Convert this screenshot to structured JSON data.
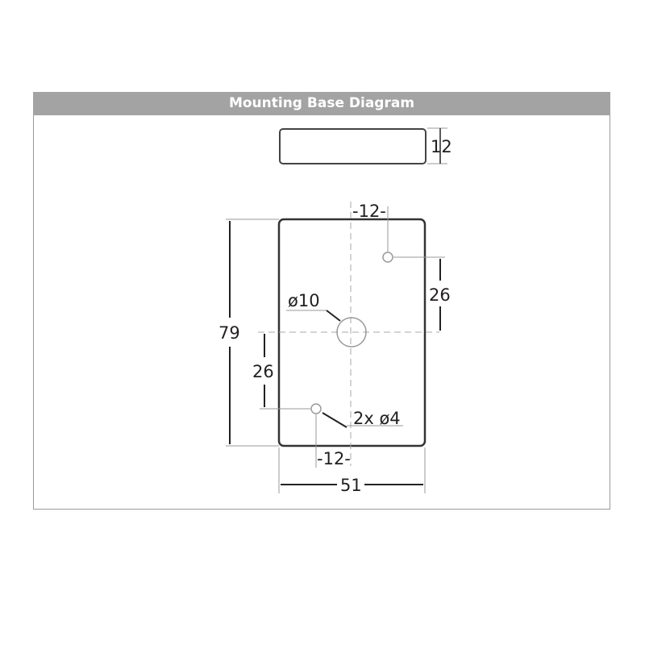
{
  "header": {
    "title": "Mounting Base Diagram"
  },
  "dimensions": {
    "height": "12",
    "top_offset": "-12-",
    "right_spacing": "26",
    "center_hole": "ø10",
    "overall_length": "79",
    "left_spacing": "26",
    "small_holes": "2x ø4",
    "bottom_offset": "-12-",
    "overall_width": "51"
  }
}
